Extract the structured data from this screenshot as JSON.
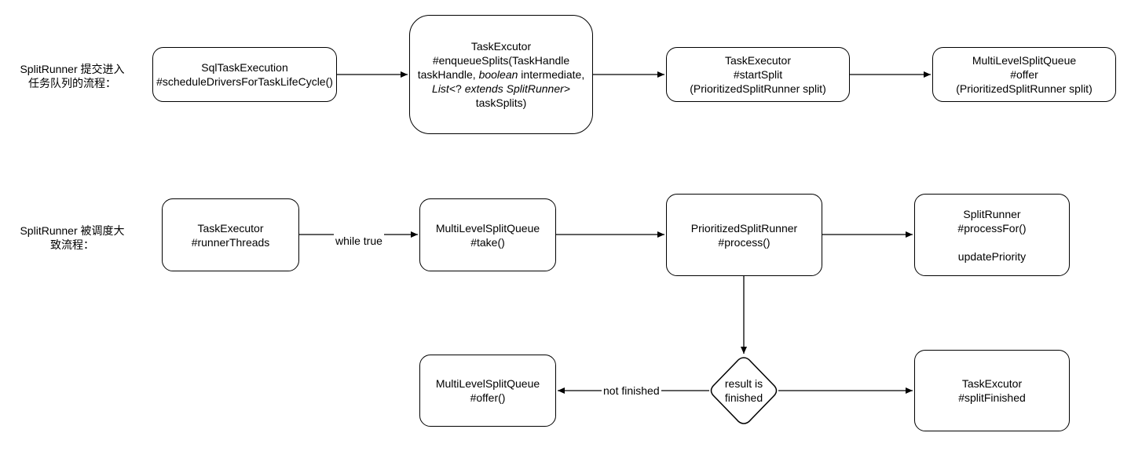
{
  "sections": {
    "submit_label": [
      "SplitRunner 提交进入",
      "任务队列的流程："
    ],
    "schedule_label": [
      "SplitRunner 被调度大",
      "致流程："
    ]
  },
  "nodes": {
    "sql_task_execution": [
      "SqlTaskExecution",
      "#scheduleDriversForTaskLifeCycle()"
    ],
    "enqueue_splits": {
      "line1": "TaskExcutor",
      "line2": "#enqueueSplits(TaskHandle",
      "line3_pre": "taskHandle, ",
      "line3_italic": "boolean",
      "line3_post": " intermediate,",
      "line4_italic1": "List",
      "line4_mid": "<? ",
      "line4_italic2": "extends SplitRunner>",
      "line5": "taskSplits)"
    },
    "start_split": [
      "TaskExecutor",
      "#startSplit",
      "(PrioritizedSplitRunner split)"
    ],
    "mlsq_offer_top": [
      "MultiLevelSplitQueue",
      "#offer",
      "(PrioritizedSplitRunner split)"
    ],
    "runner_threads": [
      "TaskExecutor",
      "#runnerThreads"
    ],
    "mlsq_take": [
      "MultiLevelSplitQueue",
      "#take()"
    ],
    "psr_process": [
      "PrioritizedSplitRunner",
      "#process()"
    ],
    "split_runner_process_for": [
      "SplitRunner",
      "#processFor()",
      "",
      "updatePriority"
    ],
    "result_decision": [
      "result is",
      "finished"
    ],
    "mlsq_offer_bottom": [
      "MultiLevelSplitQueue",
      "#offer()"
    ],
    "split_finished": [
      "TaskExcutor",
      "#splitFinished"
    ]
  },
  "edges": {
    "while_true": "while true",
    "not_finished": "not finished"
  }
}
